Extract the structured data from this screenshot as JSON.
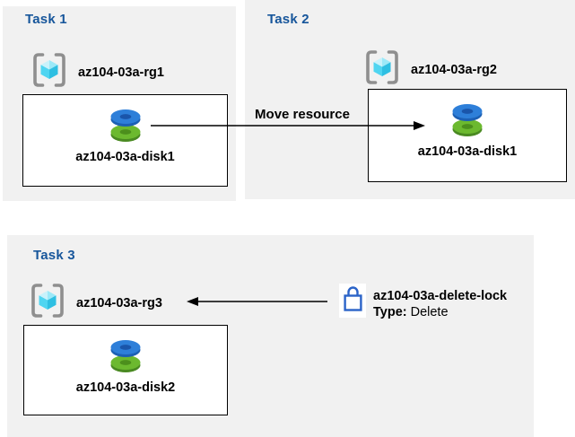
{
  "colors": {
    "panel_background": "#f1f1f1",
    "task_title_blue": "#17569b",
    "text_black": "#000000",
    "box_border": "#000000",
    "bracket_gray": "#8f8f8f",
    "cube_cyan_light": "#c9f2fb",
    "cube_cyan_mid": "#9ce9f8",
    "cube_cyan": "#4fd5f1",
    "cube_cyan_dark": "#2ebfe2",
    "disk_blue": "#2e7fd9",
    "disk_blue_rim": "#1c60b4",
    "disk_blue_hole": "#1a55aa",
    "disk_green": "#6cb92f",
    "disk_green_rim": "#4a8a22",
    "disk_green_hole": "#4c8f1c",
    "lock_blue": "#2b63c8"
  },
  "panels": [
    {
      "title": "Task 1",
      "resource_group": "az104-03a-rg1",
      "resource": "az104-03a-disk1"
    },
    {
      "title": "Task 2",
      "resource_group": "az104-03a-rg2",
      "resource": "az104-03a-disk1"
    },
    {
      "title": "Task 3",
      "resource_group": "az104-03a-rg3",
      "resource": "az104-03a-disk2"
    }
  ],
  "move_arrow": {
    "label": "Move resource"
  },
  "lock": {
    "name": "az104-03a-delete-lock",
    "type_label": "Type:",
    "type_value": "Delete"
  }
}
